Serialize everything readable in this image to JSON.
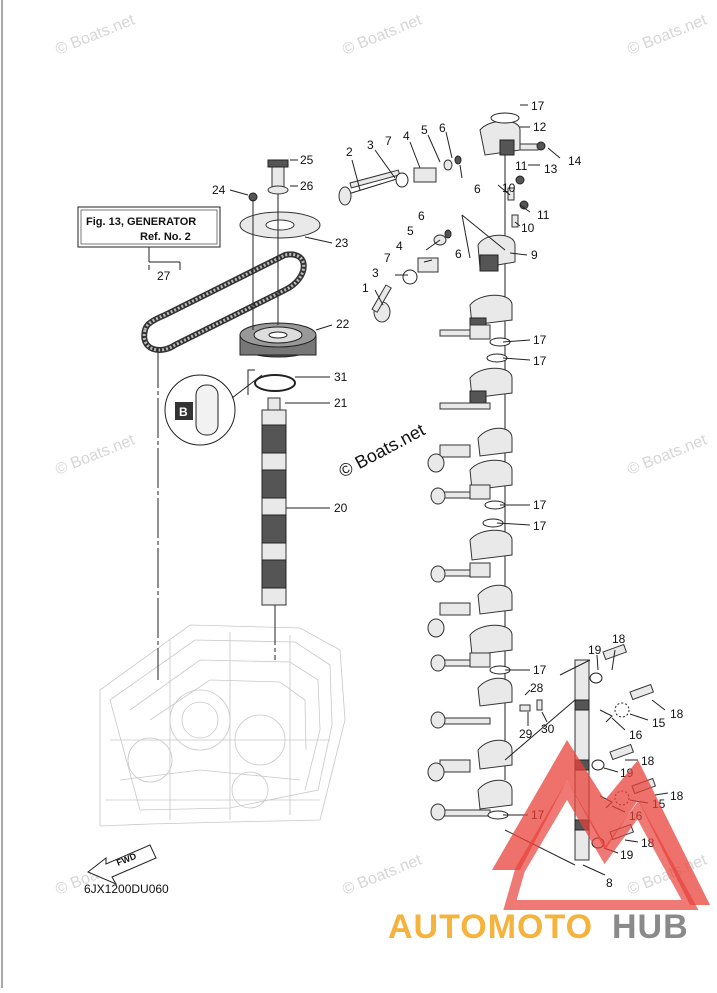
{
  "watermark": "© Boats.net",
  "center_watermark": "© Boats.net",
  "callout_box": {
    "line1": "Fig. 13, GENERATOR",
    "line2": "Ref. No. 2"
  },
  "diagram_code": "6JX1200DU060",
  "fwd_label": "FWD",
  "logo": {
    "part1": "AUTOMOTO",
    "part2": "HUB",
    "color1": "#f5b33c",
    "color2": "#8a8a8a",
    "triangle_color": "#e8413a"
  },
  "part_labels": [
    "1",
    "2",
    "3",
    "4",
    "5",
    "6",
    "7",
    "8",
    "9",
    "10",
    "11",
    "12",
    "13",
    "14",
    "15",
    "16",
    "17",
    "18",
    "19",
    "20",
    "21",
    "22",
    "23",
    "24",
    "25",
    "26",
    "27",
    "28",
    "29",
    "30",
    "31"
  ]
}
